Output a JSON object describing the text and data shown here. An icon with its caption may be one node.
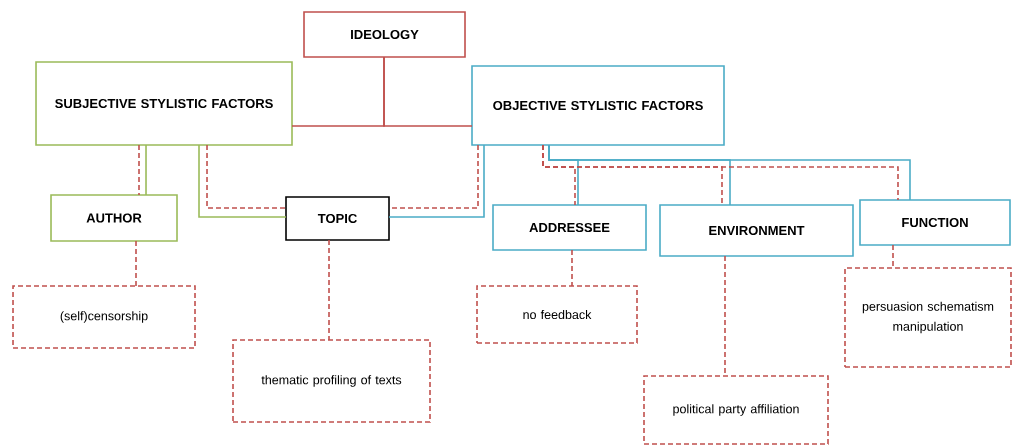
{
  "diagram": {
    "nodes": [
      {
        "text": [
          "IDEOLOGY"
        ]
      },
      {
        "text": [
          "SUBJECTIVE STYLISTIC FACTORS"
        ]
      },
      {
        "text": [
          "OBJECTIVE STYLISTIC FACTORS"
        ]
      },
      {
        "text": [
          "AUTHOR"
        ]
      },
      {
        "text": [
          "TOPIC"
        ]
      },
      {
        "text": [
          "ADDRESSEE"
        ]
      },
      {
        "text": [
          "ENVIRONMENT"
        ]
      },
      {
        "text": [
          "FUNCTION"
        ]
      },
      {
        "text": [
          "(self)censorship"
        ]
      },
      {
        "text": [
          "thematic profiling of texts"
        ]
      },
      {
        "text": [
          "no feedback"
        ]
      },
      {
        "text": [
          "political party affiliation"
        ]
      },
      {
        "text": [
          "persuasion schematism manipulation"
        ]
      }
    ],
    "edges": [
      {
        "from": 0,
        "to": 1,
        "arrow": "none"
      },
      {
        "from": 0,
        "to": 2,
        "arrow": "none"
      },
      {
        "from": 1,
        "to": 3,
        "arrow": "none",
        "color": "#9bbb59"
      },
      {
        "from": 1,
        "to": 3,
        "arrow": "none",
        "style": "dashed"
      },
      {
        "from": 1,
        "to": 4,
        "arrow": "none",
        "color": "#9bbb59"
      },
      {
        "from": 1,
        "to": 4,
        "arrow": "none",
        "style": "dashed"
      },
      {
        "from": 2,
        "to": 4,
        "arrow": "none",
        "color": "#4bacc6"
      },
      {
        "from": 2,
        "to": 4,
        "arrow": "none",
        "style": "dashed"
      },
      {
        "from": 2,
        "to": 5,
        "arrow": "none",
        "color": "#4bacc6"
      },
      {
        "from": 2,
        "to": 5,
        "arrow": "none",
        "style": "dashed"
      },
      {
        "from": 2,
        "to": 6,
        "arrow": "none",
        "color": "#4bacc6"
      },
      {
        "from": 2,
        "to": 6,
        "arrow": "none",
        "style": "dashed"
      },
      {
        "from": 2,
        "to": 7,
        "arrow": "none",
        "color": "#4bacc6"
      },
      {
        "from": 2,
        "to": 7,
        "arrow": "none",
        "style": "dashed"
      },
      {
        "from": 3,
        "to": 8,
        "arrow": "none",
        "style": "dashed"
      },
      {
        "from": 4,
        "to": 9,
        "arrow": "none",
        "style": "dashed"
      },
      {
        "from": 5,
        "to": 10,
        "arrow": "none",
        "style": "dashed"
      },
      {
        "from": 6,
        "to": 11,
        "arrow": "none",
        "style": "dashed"
      },
      {
        "from": 7,
        "to": 12,
        "arrow": "none",
        "style": "dashed"
      }
    ]
  }
}
